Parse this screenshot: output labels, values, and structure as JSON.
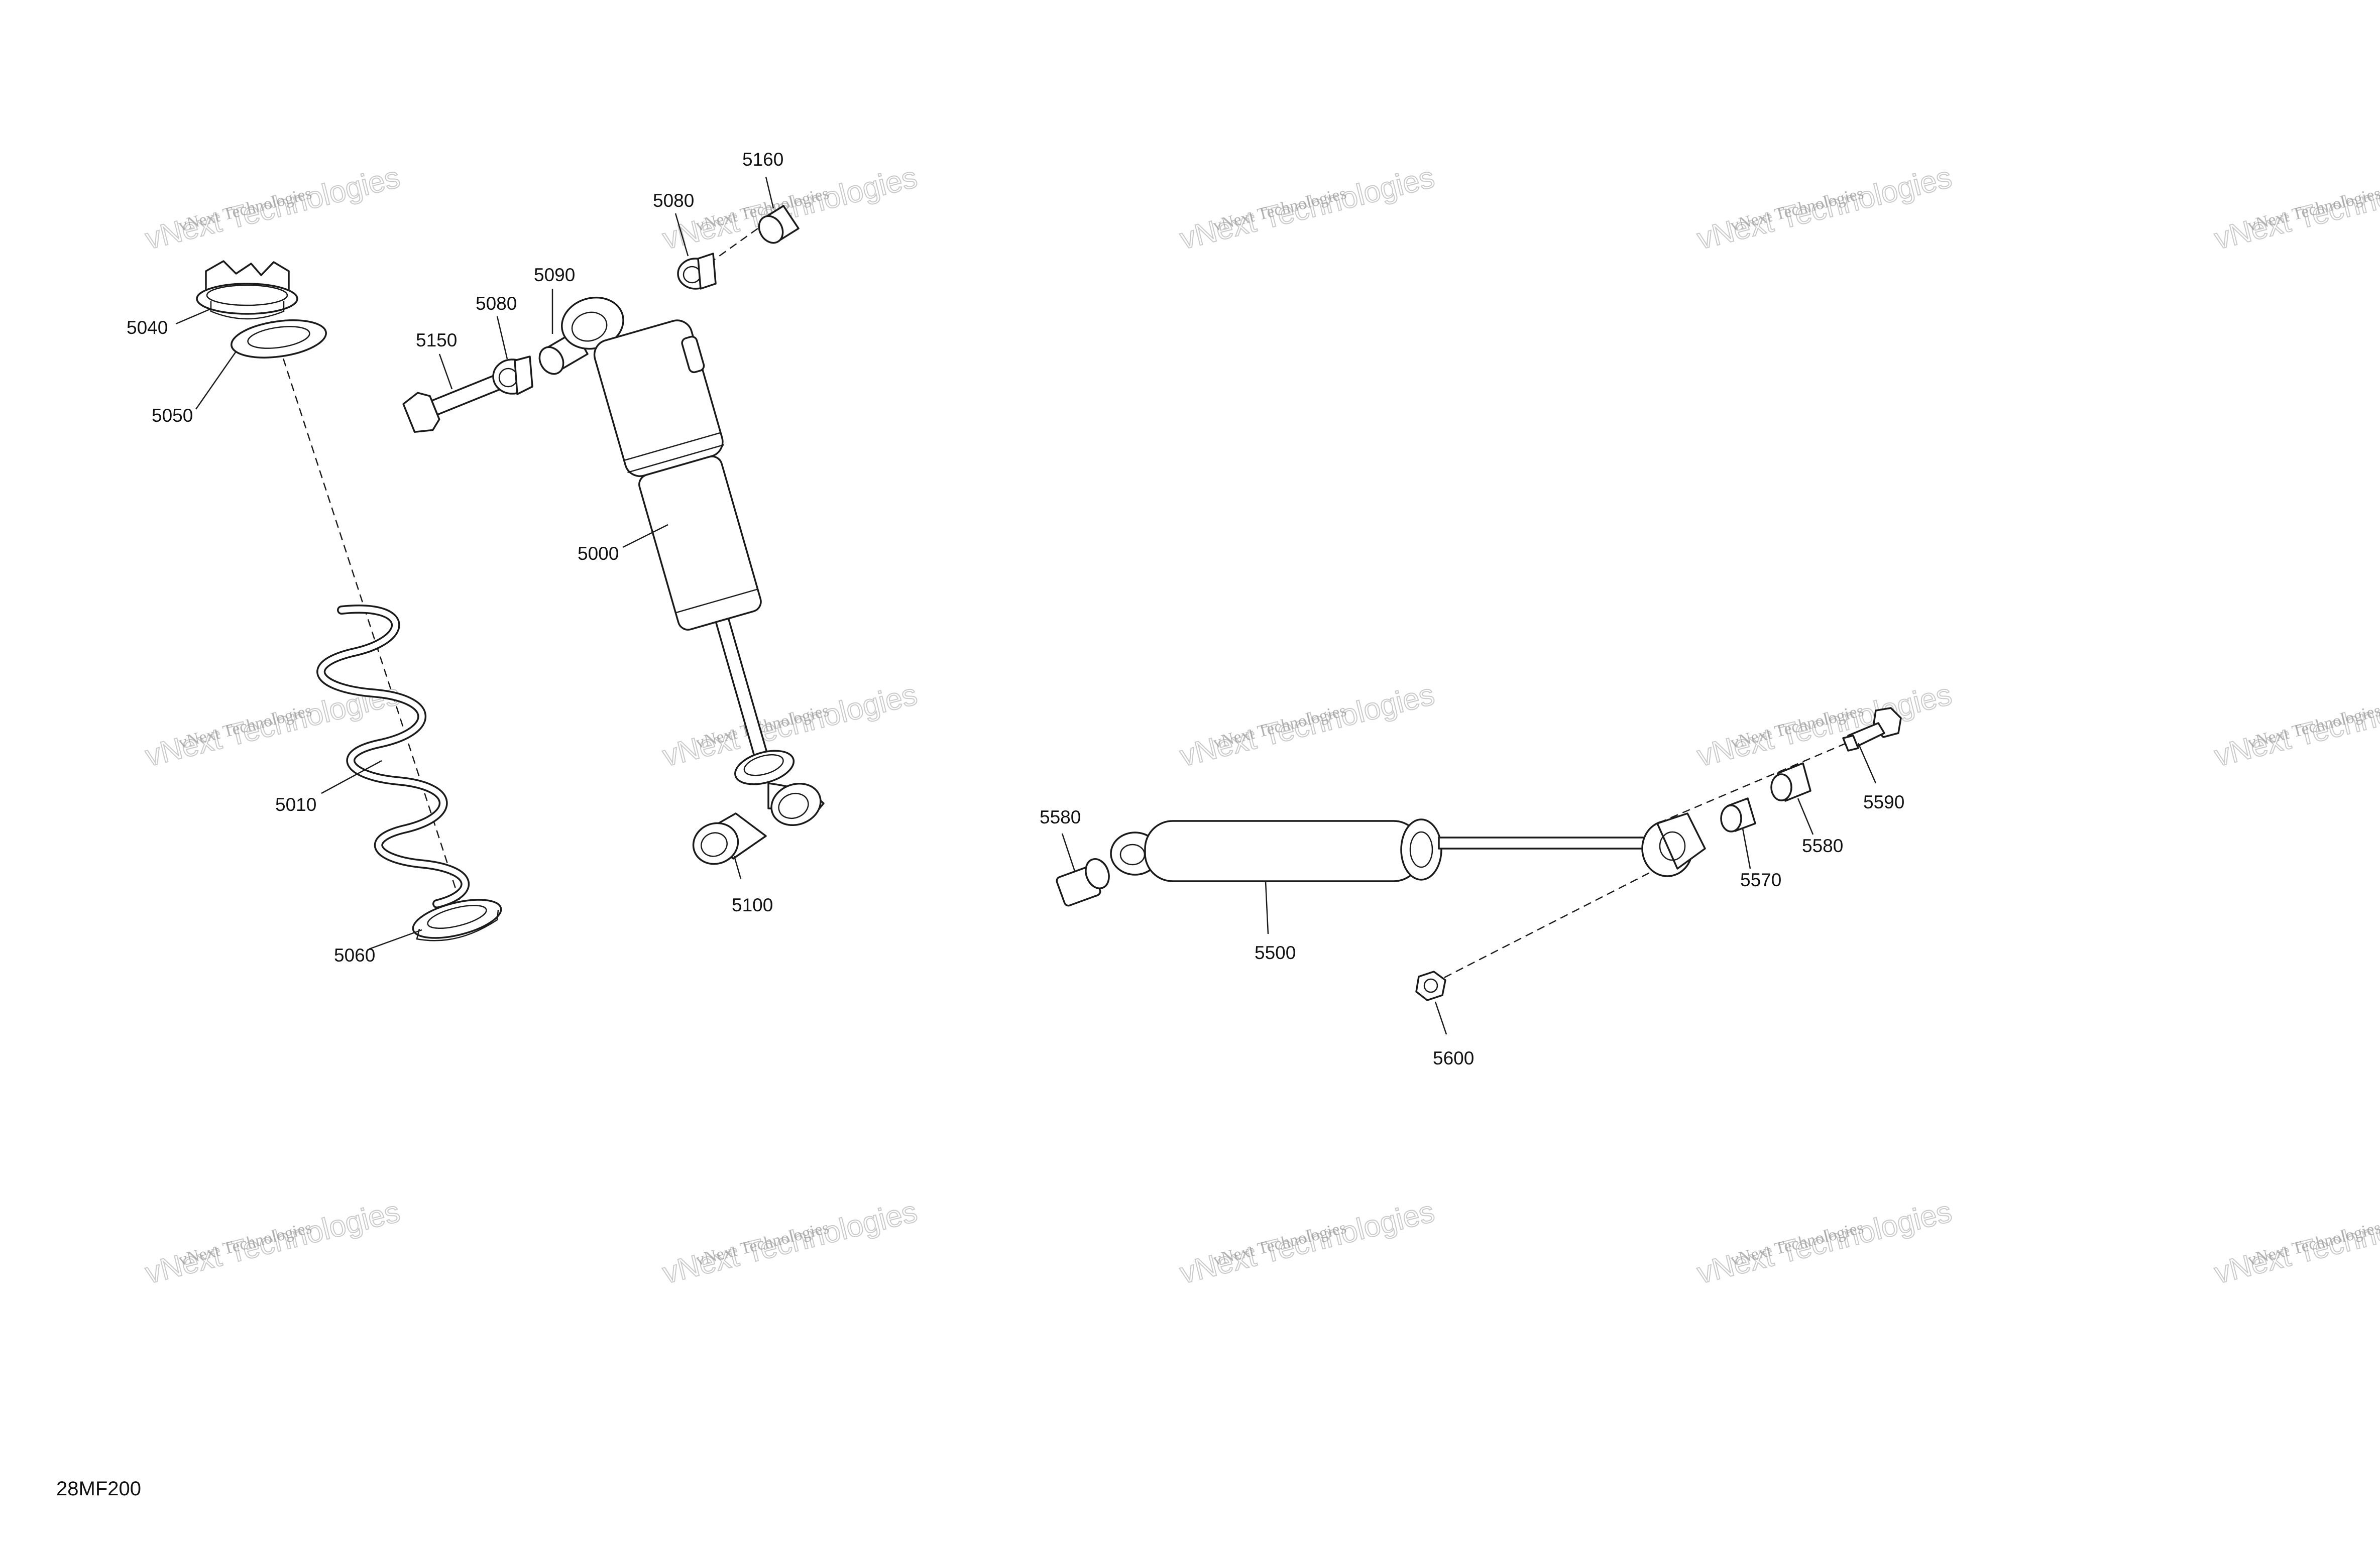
{
  "diagram_code": "28MF200",
  "watermark": {
    "line1": "vNext Technologies",
    "line2": "vNext Technologies"
  },
  "callouts": [
    {
      "id": "5040",
      "label": "5040"
    },
    {
      "id": "5050",
      "label": "5050"
    },
    {
      "id": "5010",
      "label": "5010"
    },
    {
      "id": "5060",
      "label": "5060"
    },
    {
      "id": "5150",
      "label": "5150"
    },
    {
      "id": "5080a",
      "label": "5080"
    },
    {
      "id": "5090",
      "label": "5090"
    },
    {
      "id": "5080b",
      "label": "5080"
    },
    {
      "id": "5160",
      "label": "5160"
    },
    {
      "id": "5000",
      "label": "5000"
    },
    {
      "id": "5100",
      "label": "5100"
    },
    {
      "id": "5580a",
      "label": "5580"
    },
    {
      "id": "5500",
      "label": "5500"
    },
    {
      "id": "5570",
      "label": "5570"
    },
    {
      "id": "5580b",
      "label": "5580"
    },
    {
      "id": "5590",
      "label": "5590"
    },
    {
      "id": "5600",
      "label": "5600"
    }
  ]
}
